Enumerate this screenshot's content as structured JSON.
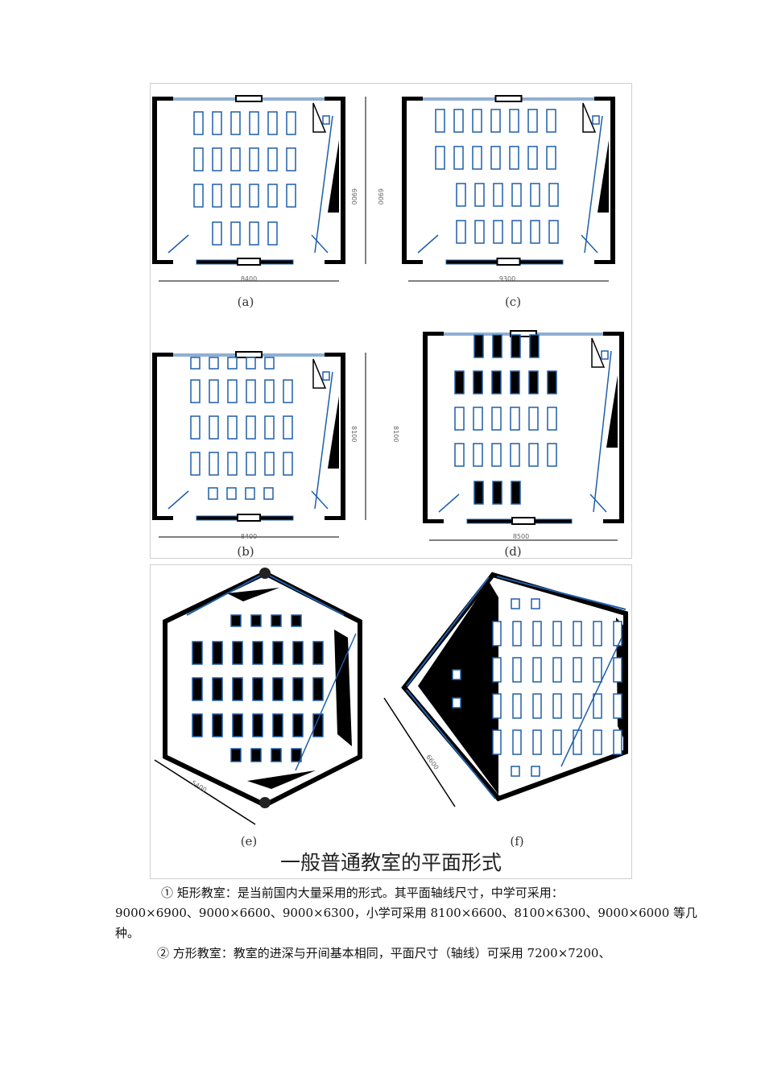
{
  "figures": {
    "plans": [
      {
        "label": "(a)",
        "width_dim": "8400",
        "depth_dim": "6900"
      },
      {
        "label": "(c)",
        "width_dim": "9300",
        "depth_dim": "6900"
      },
      {
        "label": "(b)",
        "width_dim": "8400",
        "depth_dim": "8100"
      },
      {
        "label": "(d)",
        "width_dim": "8500",
        "depth_dim": "8100"
      }
    ],
    "polygon_plans": [
      {
        "label": "(e)",
        "dim": "5400"
      },
      {
        "label": "(f)",
        "dim": "6600"
      }
    ],
    "caption": "一般普通教室的平面形式"
  },
  "text": {
    "p1_line1": "①  矩形教室：是当前国内大量采用的形式。其平面轴线尺寸，中学可采用：",
    "p1_line2": "9000×6900、9000×6600、9000×6300，小学可采用 8100×6600、8100×6300、9000×6000 等几",
    "p1_line3": "种。",
    "p2_line1": "②  方形教室：教室的进深与开间基本相同，平面尺寸（轴线）可采用 7200×7200、"
  },
  "colors": {
    "desk": "#1f5fa8",
    "wall": "#000000"
  }
}
